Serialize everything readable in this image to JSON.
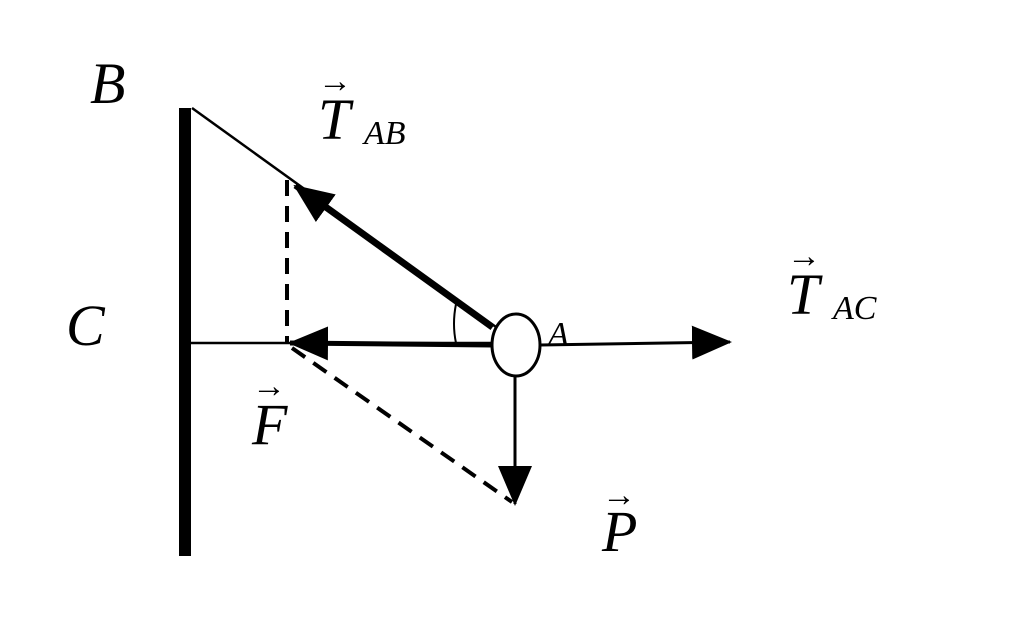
{
  "diagram": {
    "colors": {
      "ink": "#000000",
      "background": "#ffffff"
    },
    "labels": {
      "point_b": "B",
      "point_c": "C",
      "point_a": "A",
      "t_ab_main": "T",
      "t_ab_sub": "AB",
      "t_ac_main": "T",
      "t_ac_sub": "AC",
      "f_main": "F",
      "p_main": "P"
    },
    "vector_marks": {
      "arrow": "→"
    }
  }
}
